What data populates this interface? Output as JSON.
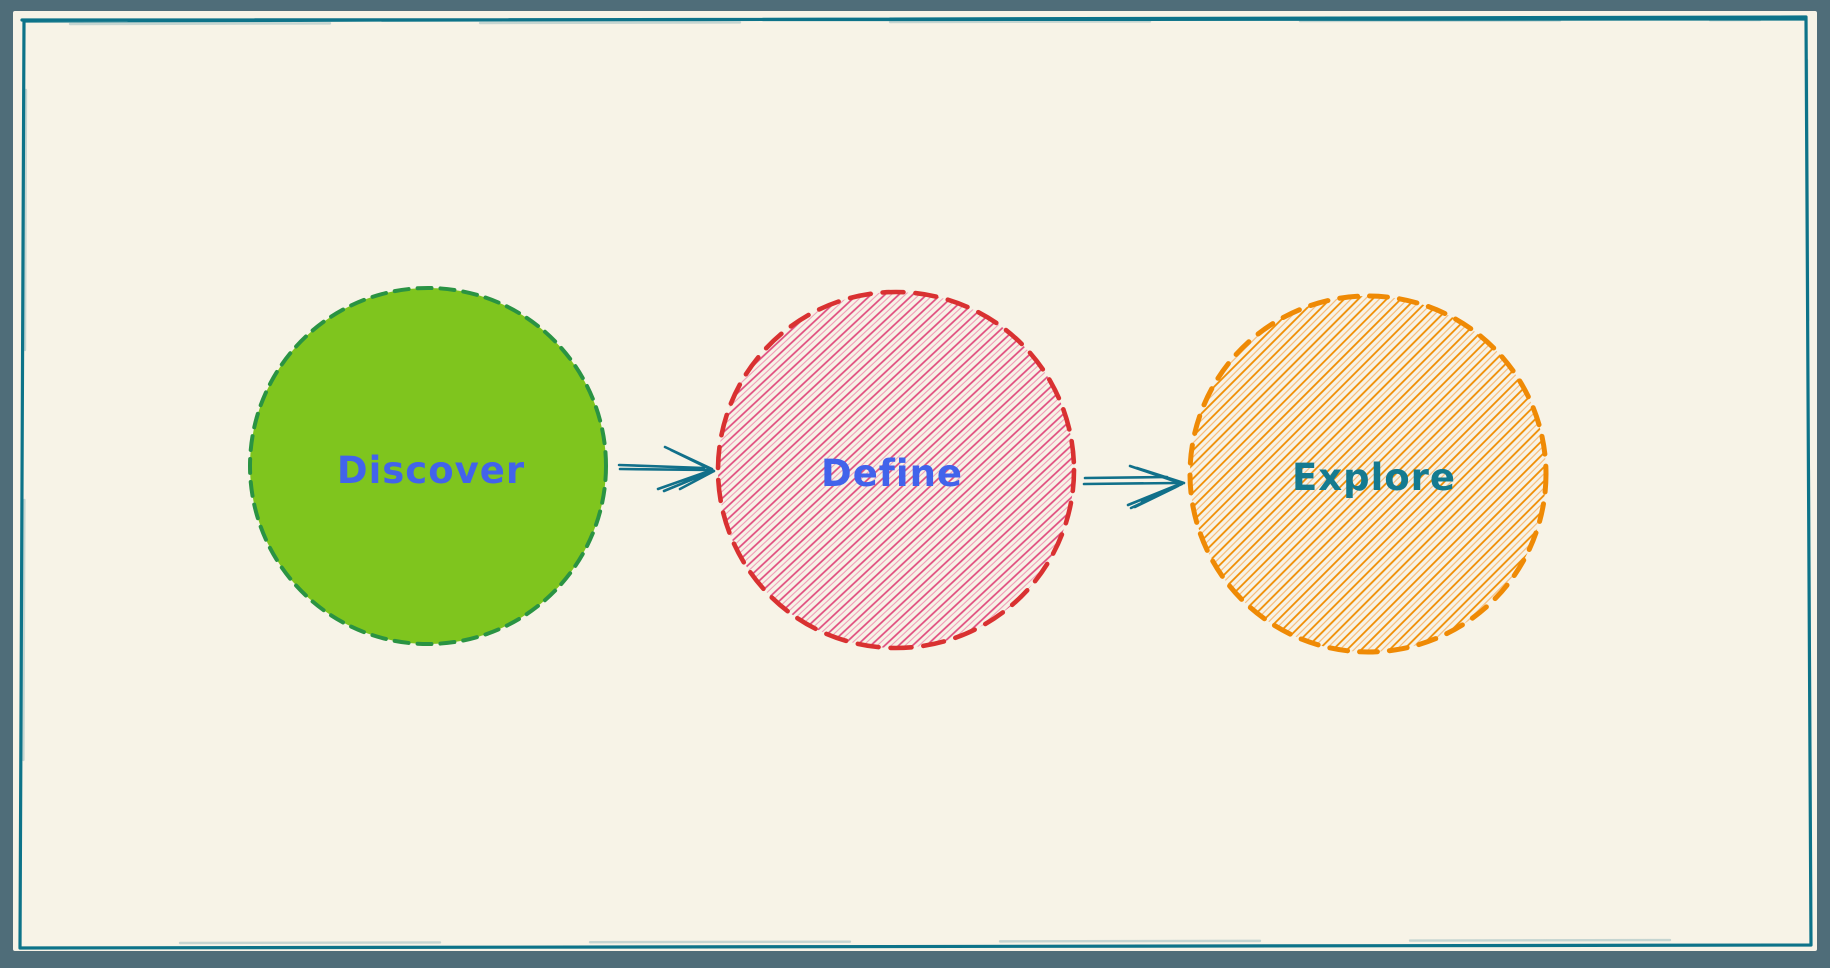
{
  "canvas": {
    "outer_background": "#4f6d79",
    "surface_color": "#f7f3e7"
  },
  "frame": {
    "color": "#0d7389",
    "echo_color": "#9dbcc0"
  },
  "nodes": [
    {
      "id": "discover",
      "label": "Discover",
      "label_color": "#4263eb",
      "fill_style": "solid",
      "fill_color": "#7fc51e",
      "border_color": "#2a9343"
    },
    {
      "id": "define",
      "label": "Define",
      "label_color": "#4263eb",
      "fill_style": "hachure",
      "hachure_color": "#e0497c",
      "hachure_light_color": "#f095b4",
      "border_color": "#d93131"
    },
    {
      "id": "explore",
      "label": "Explore",
      "label_color": "#147a90",
      "fill_style": "hachure",
      "hachure_color": "#f08c00",
      "hachure_light_color": "#f7b266",
      "border_color": "#ef8a05"
    }
  ],
  "arrows": [
    {
      "id": "discover-to-define",
      "from": "Discover",
      "to": "Define",
      "color": "#11708a"
    },
    {
      "id": "define-to-explore",
      "from": "Define",
      "to": "Explore",
      "color": "#11708a"
    }
  ]
}
